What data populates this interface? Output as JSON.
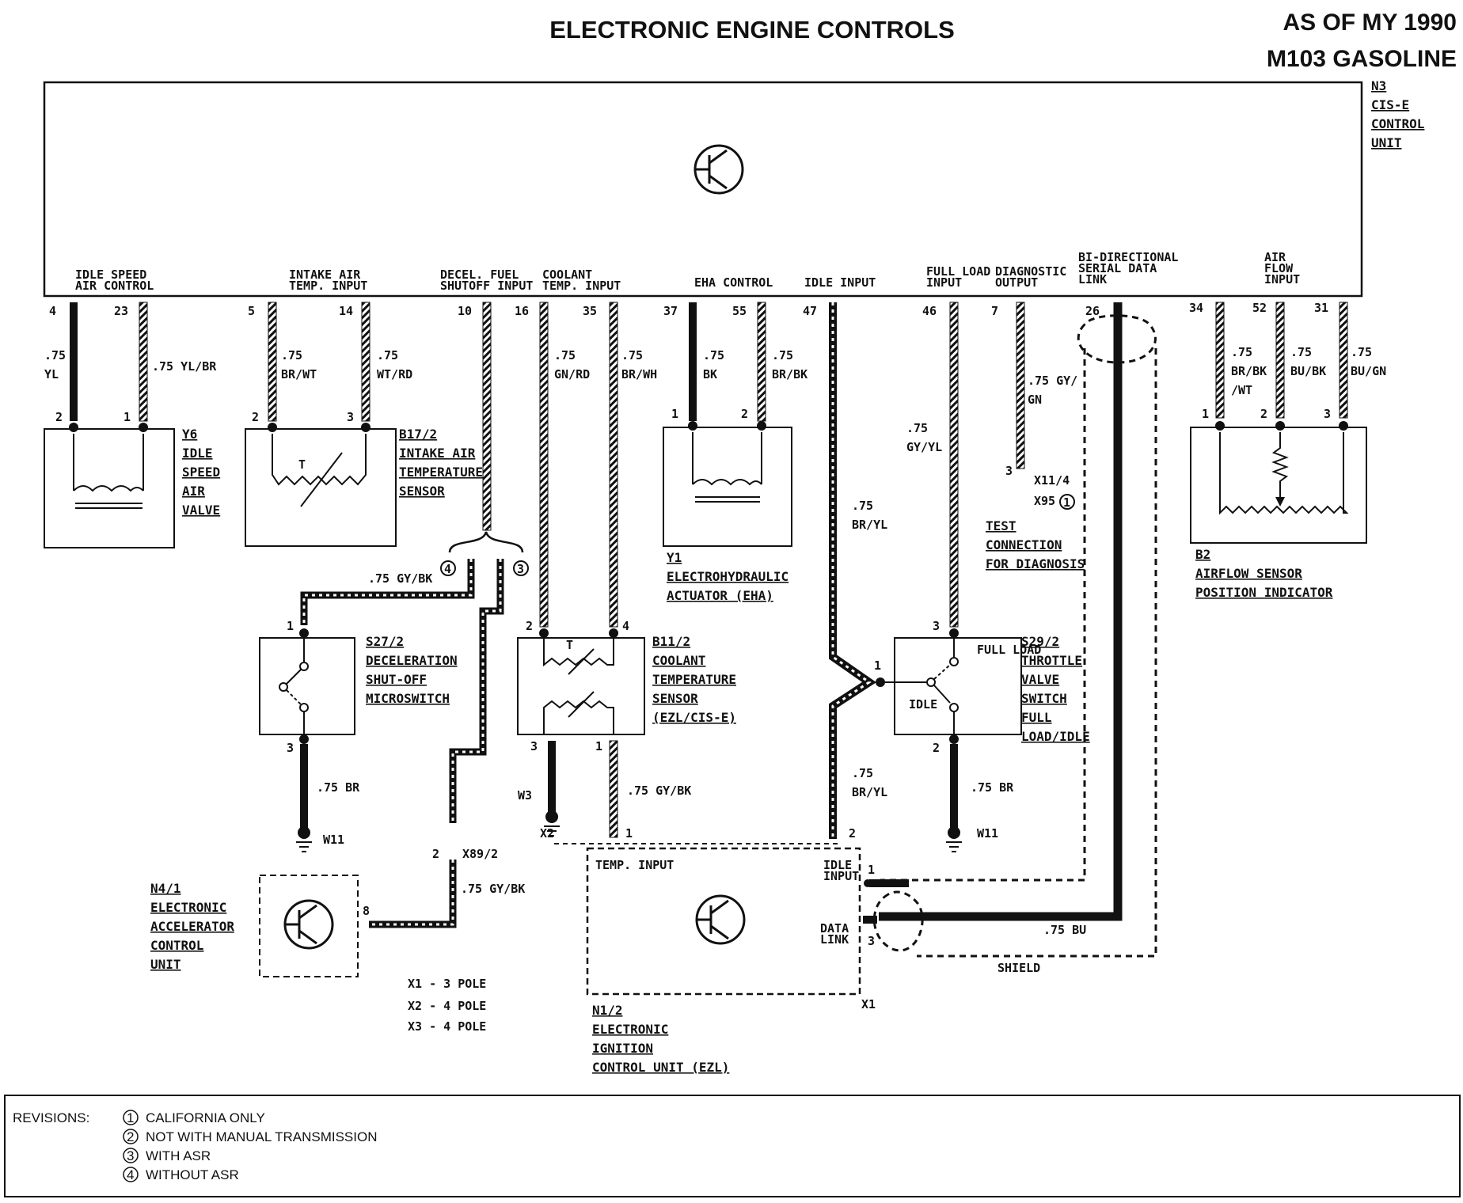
{
  "header": {
    "title": "ELECTRONIC ENGINE CONTROLS",
    "model_year": "AS OF MY 1990",
    "engine": "M103 GASOLINE"
  },
  "control_unit": {
    "lines": [
      "N3",
      "CIS-E",
      "CONTROL",
      "UNIT"
    ],
    "inputs": [
      {
        "label": "IDLE SPEED AIR CONTROL"
      },
      {
        "label": "INTAKE AIR TEMP. INPUT"
      },
      {
        "label": "DECEL. FUEL SHUTOFF INPUT"
      },
      {
        "label": "COOLANT TEMP. INPUT"
      },
      {
        "label": "EHA CONTROL"
      },
      {
        "label": "IDLE INPUT"
      },
      {
        "label": "FULL LOAD INPUT"
      },
      {
        "label": "DIAGNOSTIC OUTPUT"
      },
      {
        "label": "BI-DIRECTIONAL SERIAL DATA LINK"
      },
      {
        "label": "AIR FLOW INPUT"
      }
    ]
  },
  "pins": [
    "4",
    "23",
    "5",
    "14",
    "10",
    "16",
    "35",
    "37",
    "55",
    "47",
    "46",
    "7",
    "26",
    "34",
    "52",
    "31"
  ],
  "wires": [
    {
      "size": ".75",
      "color": "YL"
    },
    {
      "size": ".75",
      "color": "YL/BR"
    },
    {
      "size": ".75",
      "color": "BR/WT"
    },
    {
      "size": ".75",
      "color": "WT/RD"
    },
    {
      "size": ".75",
      "color": "GN/RD"
    },
    {
      "size": ".75",
      "color": "BR/WH"
    },
    {
      "size": ".75",
      "color": "BK"
    },
    {
      "size": ".75",
      "color": "BR/BK"
    },
    {
      "size": ".75",
      "color": "GY/GN"
    },
    {
      "size": ".75",
      "color": "GY/YL"
    },
    {
      "size": ".75",
      "color": "BR/YL"
    },
    {
      "size": ".75",
      "color": "BR/BK/WT"
    },
    {
      "size": ".75",
      "color": "BU/BK"
    },
    {
      "size": ".75",
      "color": "BU/GN"
    },
    {
      "size": ".75",
      "color": "GY/BK"
    },
    {
      "size": ".75",
      "color": "BR"
    },
    {
      "size": ".75",
      "color": "BU"
    }
  ],
  "components": {
    "y6": [
      "Y6",
      "IDLE",
      "SPEED",
      "AIR",
      "VALVE"
    ],
    "b17": [
      "B17/2",
      "INTAKE AIR",
      "TEMPERATURE",
      "SENSOR"
    ],
    "y1": [
      "Y1",
      "ELECTROHYDRAULIC",
      "ACTUATOR (EHA)"
    ],
    "test": [
      "TEST",
      "CONNECTION",
      "FOR DIAGNOSIS"
    ],
    "b2": [
      "B2",
      "AIRFLOW SENSOR",
      "POSITION INDICATOR"
    ],
    "s27": [
      "S27/2",
      "DECELERATION",
      "SHUT-OFF",
      "MICROSWITCH"
    ],
    "b11": [
      "B11/2",
      "COOLANT",
      "TEMPERATURE",
      "SENSOR",
      "(EZL/CIS-E)"
    ],
    "s29": [
      "S29/2",
      "THROTTLE",
      "VALVE",
      "SWITCH",
      "FULL",
      "LOAD/IDLE"
    ],
    "n4": [
      "N4/1",
      "ELECTRONIC",
      "ACCELERATOR",
      "CONTROL",
      "UNIT"
    ],
    "n1": [
      "N1/2",
      "ELECTRONIC",
      "IGNITION",
      "CONTROL UNIT (EZL)"
    ]
  },
  "connectors": {
    "x11": "X11/4",
    "x95": "X95",
    "x89": "X89/2",
    "x2": "X2",
    "x1": "X1",
    "w11": "W11",
    "w3": "W3",
    "shield": "SHIELD",
    "full_load": "FULL LOAD",
    "idle": "IDLE",
    "temp_input": "TEMP. INPUT",
    "idle_input": "IDLE INPUT",
    "data_link": "DATA LINK"
  },
  "connector_poles": [
    "X1 - 3 POLE",
    "X2 - 4 POLE",
    "X3 - 4 POLE"
  ],
  "revisions": {
    "title": "REVISIONS:",
    "items": [
      {
        "num": "1",
        "text": "CALIFORNIA ONLY"
      },
      {
        "num": "2",
        "text": "NOT WITH MANUAL TRANSMISSION"
      },
      {
        "num": "3",
        "text": "WITH  ASR"
      },
      {
        "num": "4",
        "text": "WITHOUT ASR"
      }
    ]
  }
}
